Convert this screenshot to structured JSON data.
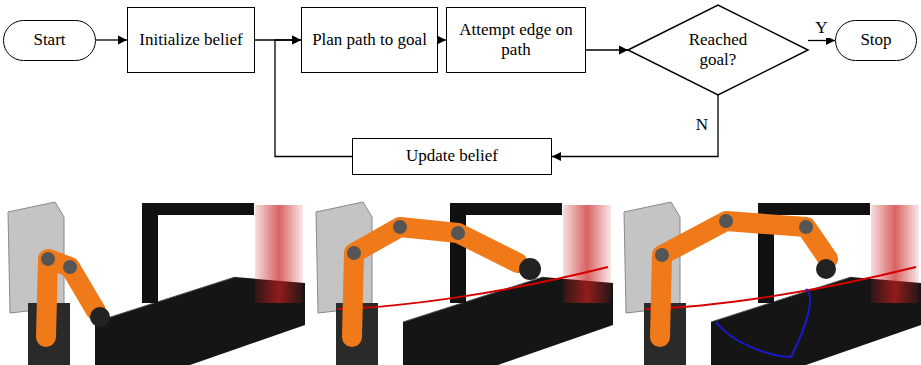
{
  "diagram": {
    "nodes": [
      {
        "text": [
          "Start"
        ]
      },
      {
        "text": [
          "Initialize belief"
        ]
      },
      {
        "text": [
          "Plan path to goal"
        ]
      },
      {
        "text": [
          "Attempt edge on path"
        ]
      },
      {
        "text": [
          "Reached goal?"
        ]
      },
      {
        "text": [
          "Stop"
        ]
      },
      {
        "text": [
          "Update belief"
        ]
      }
    ],
    "edges": [
      {
        "from": 0,
        "to": 1,
        "arrow": "to"
      },
      {
        "from": 1,
        "to": 2,
        "arrow": "to"
      },
      {
        "from": 2,
        "to": 3,
        "arrow": "to"
      },
      {
        "from": 3,
        "to": 4,
        "arrow": "to"
      },
      {
        "from": 4,
        "to": 5,
        "label": "Y",
        "arrow": "to"
      },
      {
        "from": 4,
        "to": 6,
        "label": "N",
        "arrow": "to"
      },
      {
        "from": 6,
        "to": 2,
        "arrow": "to"
      }
    ]
  }
}
